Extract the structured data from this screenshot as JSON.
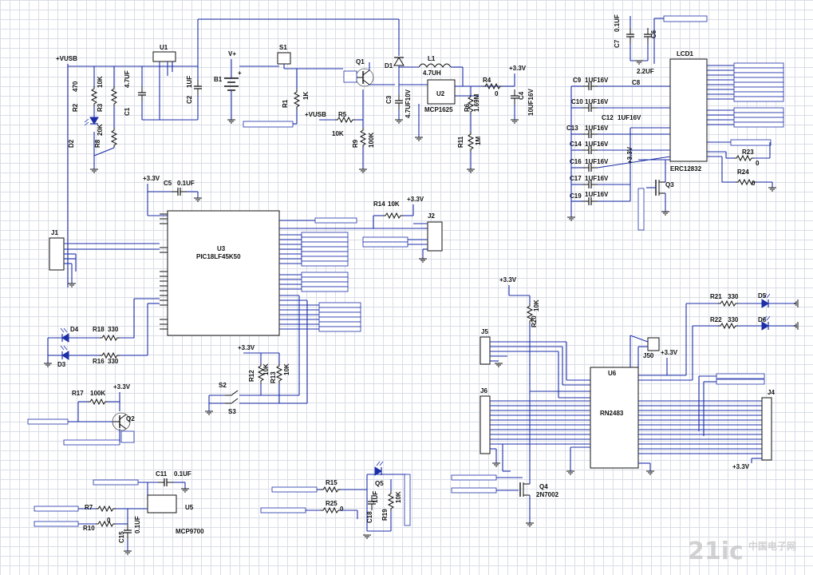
{
  "labels": {
    "vusb": "+VUSB",
    "vplus": "V+",
    "v33": "+3.3V",
    "vusb2": "+VUSB",
    "u1": "U1",
    "s1": "S1",
    "q1": "Q1",
    "d1": "D1",
    "l1": "L1",
    "l1v": "4.7UH",
    "u2": "U2",
    "u2v": "MCP1625",
    "r4": "R4",
    "r4v": "0",
    "c4": "C4",
    "c4v": "10UF16V",
    "r2": "R2",
    "r2v": "470",
    "r3": "R3",
    "r3v": "10K",
    "r3v2": "20K",
    "c1": "C1",
    "c1v": "4.7UF",
    "c2": "C2",
    "c2v": "1UF",
    "b1": "B1",
    "r1": "R1",
    "r1v": "1K",
    "d2": "D2",
    "r8": "R8",
    "r5": "R5",
    "r5v": "10K",
    "r9": "R9",
    "r9v": "100K",
    "c3": "C3",
    "c3v": "4.7UF10V",
    "r6": "R6",
    "r6v": "1.69M",
    "r11": "R11",
    "r11v": "1M",
    "c7": "C7",
    "c7v": "0.1UF",
    "c6": "C6",
    "c8": "C8",
    "c8v": "2.2UF",
    "lcd1": "LCD1",
    "c9": "C9",
    "c10": "C10",
    "c12": "C12",
    "c13": "C13",
    "c14": "C14",
    "c16": "C16",
    "c17": "C17",
    "c19": "C19",
    "cap1uf16": "1UF16V",
    "erc": "ERC12832",
    "r23": "R23",
    "r23v": "0",
    "r24": "R24",
    "r24v": "0",
    "q3": "Q3",
    "c5": "C5",
    "c5v": "0.1UF",
    "r14": "R14",
    "r14v": "10K",
    "j2": "J2",
    "j1": "J1",
    "u3": "U3",
    "u3v": "PIC18LF45K50",
    "d4": "D4",
    "d3": "D3",
    "r18": "R18",
    "r18v": "330",
    "r16": "R16",
    "r16v": "330",
    "r12": "R12",
    "r12v": "10K",
    "r13": "R13",
    "r13v": "10K",
    "s2": "S2",
    "s3": "S3",
    "r17": "R17",
    "r17v": "100K",
    "q2": "Q2",
    "c11": "C11",
    "c11v": "0.1UF",
    "r7": "R7",
    "r10": "R10",
    "r10v": "0",
    "c15": "C15",
    "c15v": "0.1UF",
    "u5": "U5",
    "mcp9700": "MCP9700",
    "r15": "R15",
    "r25": "R25",
    "r25v": "0",
    "q5": "Q5",
    "c18": "C18",
    "c18v": "1UF",
    "r19": "R19",
    "r19v": "10K",
    "r20": "R20",
    "r20v": "10K",
    "j5": "J5",
    "j50": "J50",
    "j6": "J6",
    "u6": "U6",
    "u6v": "RN2483",
    "q4": "Q4",
    "q4v": "2N7002",
    "r21": "R21",
    "r21v": "330",
    "r22": "R22",
    "r22v": "330",
    "d5": "D5",
    "d6": "D6",
    "j4": "J4"
  },
  "watermark": {
    "text": "21ic",
    "sub": "中国电子网"
  },
  "icons": [
    "ground-icon",
    "resistor-icon",
    "capacitor-icon",
    "led-icon",
    "battery-icon",
    "transistor-icon",
    "inductor-icon"
  ]
}
